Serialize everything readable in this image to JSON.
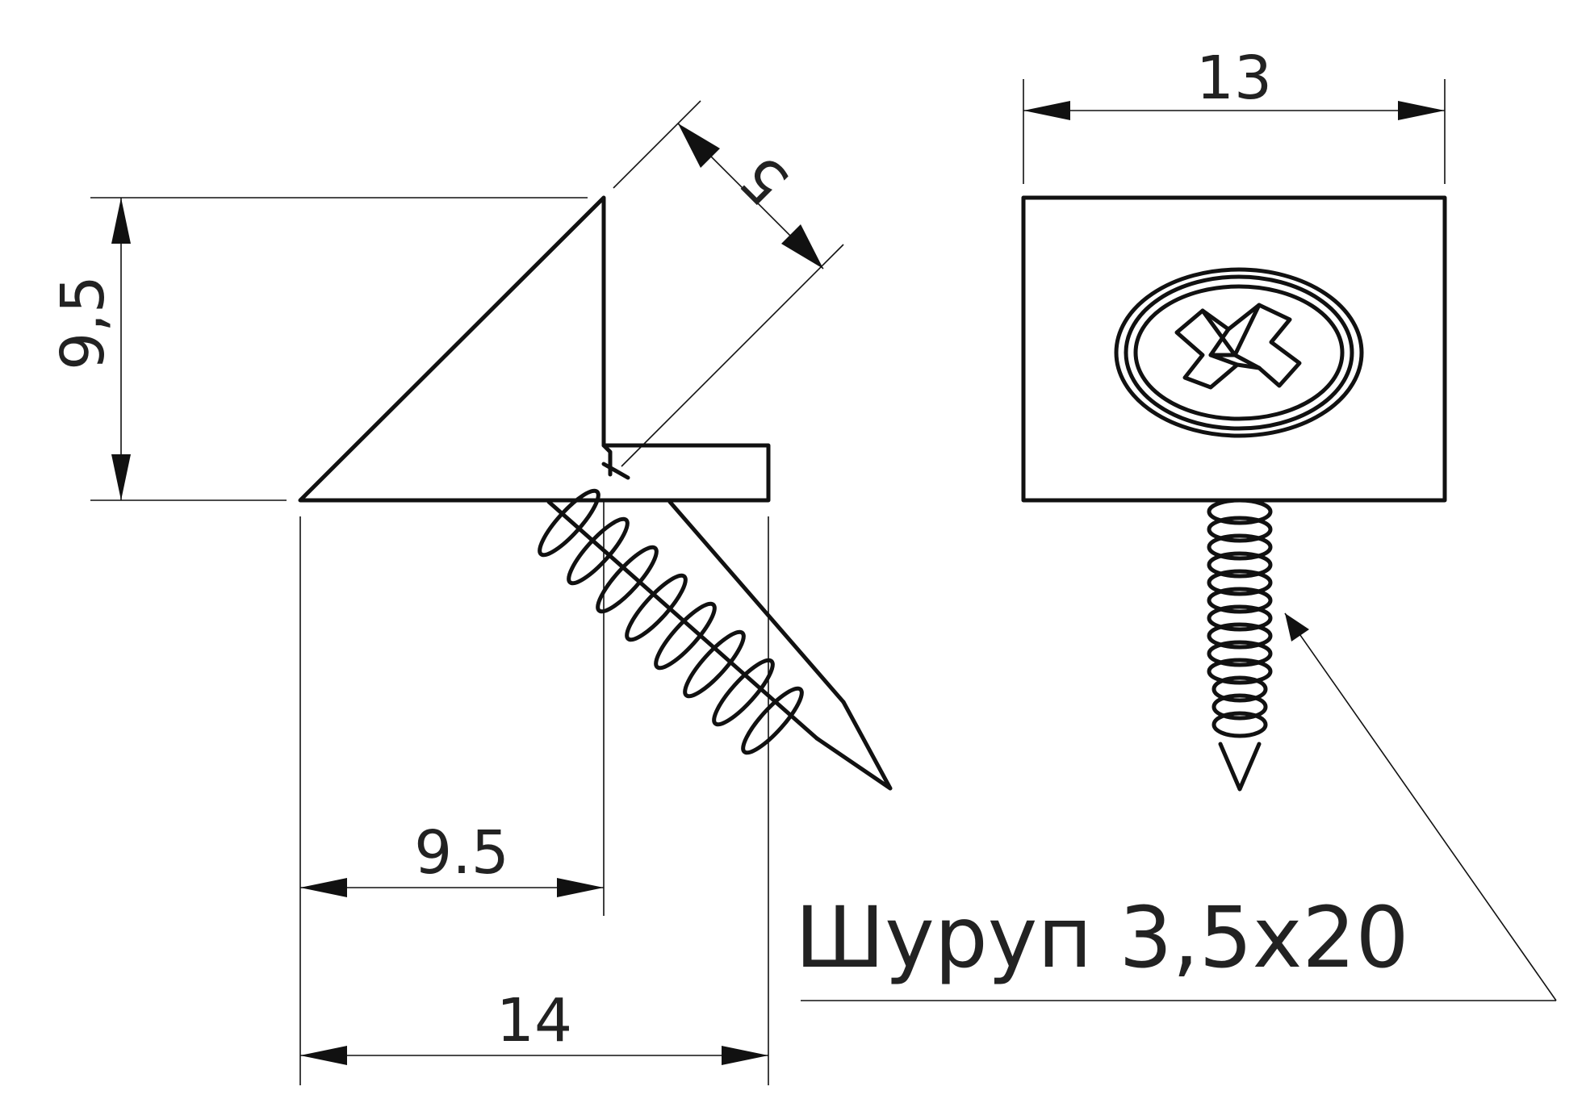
{
  "dimensions": {
    "profile_height": "9,5",
    "profile_thickness": "5",
    "profile_inner_width": "9.5",
    "profile_total_width": "14",
    "cap_width": "13"
  },
  "callout": {
    "screw_label": "Шуруп 3,5х20"
  },
  "colors": {
    "line": "#111111",
    "text": "#222222",
    "background": "#ffffff"
  }
}
